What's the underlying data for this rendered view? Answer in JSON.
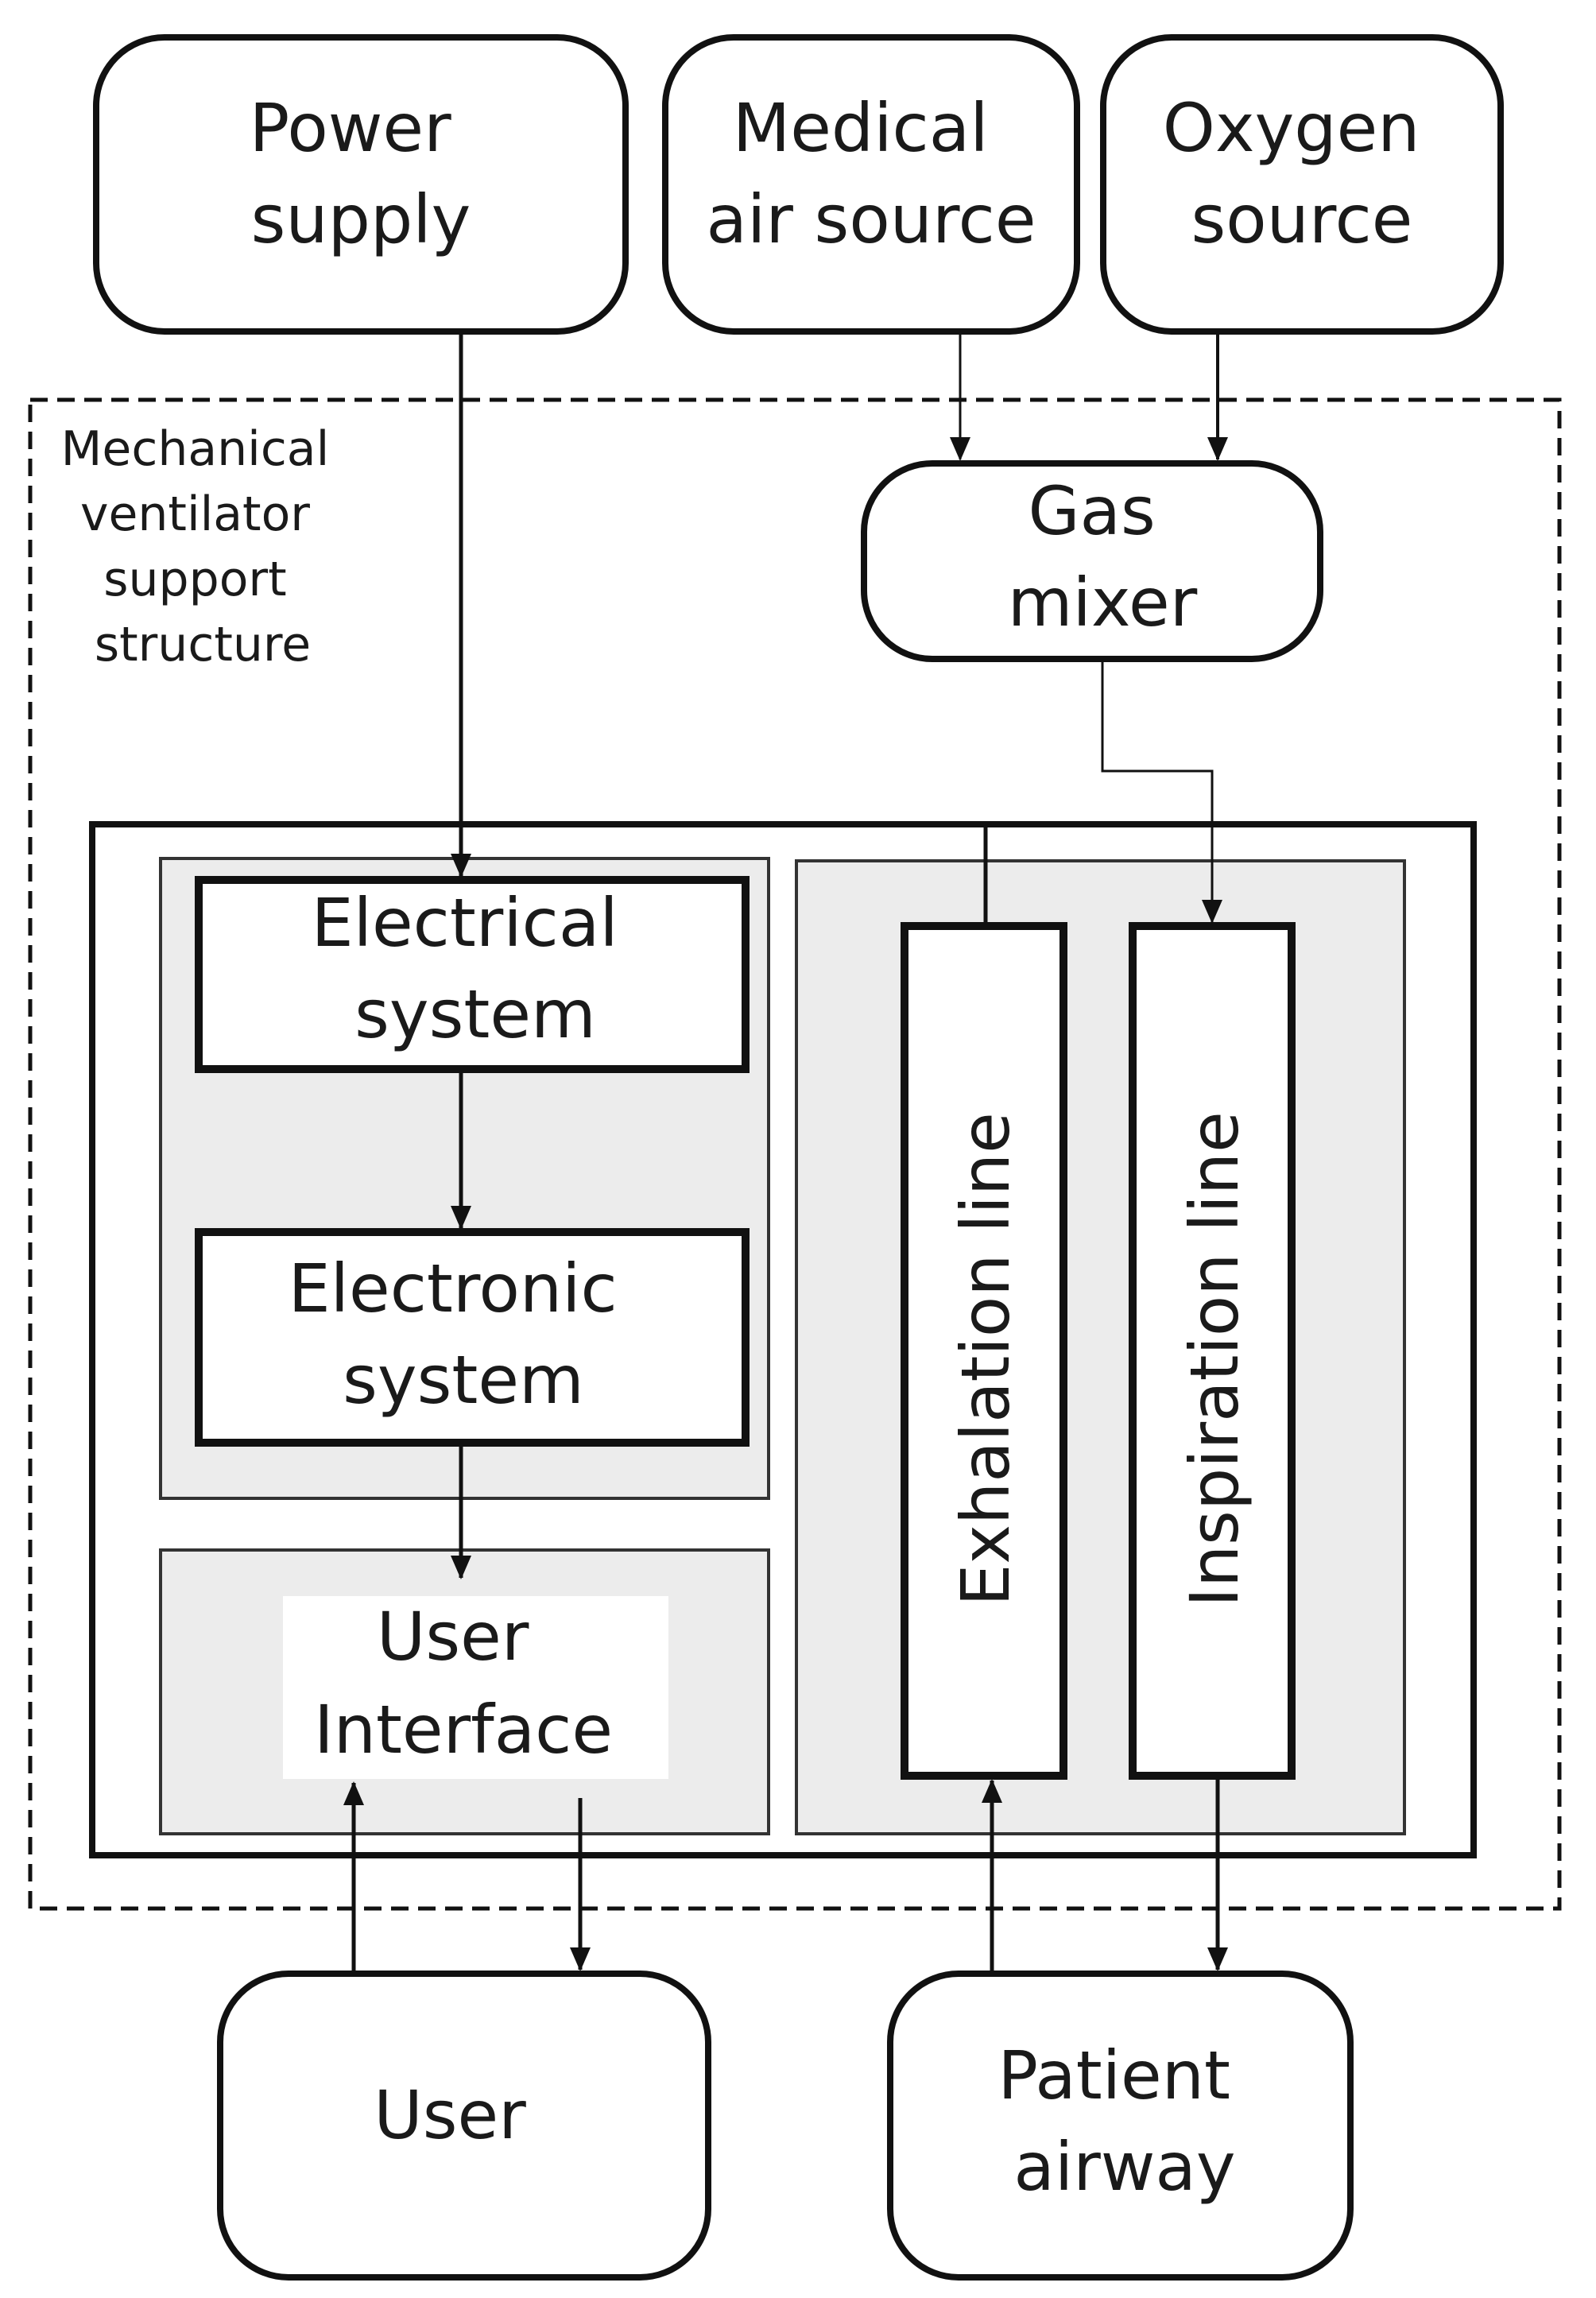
{
  "nodes": {
    "power_supply": [
      "Power",
      "supply"
    ],
    "medical_air_source": [
      "Medical",
      "air source"
    ],
    "oxygen_source": [
      "Oxygen",
      "source"
    ],
    "support_structure": [
      "Mechanical",
      "ventilator",
      "support",
      "structure"
    ],
    "gas_mixer": [
      "Gas",
      "mixer"
    ],
    "electrical_system": [
      "Electrical",
      "system"
    ],
    "electronic_system": [
      "Electronic",
      "system"
    ],
    "user_interface": [
      "User",
      "Interface"
    ],
    "exhalation_line": "Exhalation line",
    "inspiration_line": "Inspiration line",
    "user": "User",
    "patient_airway": [
      "Patient",
      "airway"
    ]
  },
  "colors": {
    "stroke": "#111111",
    "panel_fill": "#ececec",
    "box_fill": "#ffffff",
    "text": "#1a1a1a"
  }
}
